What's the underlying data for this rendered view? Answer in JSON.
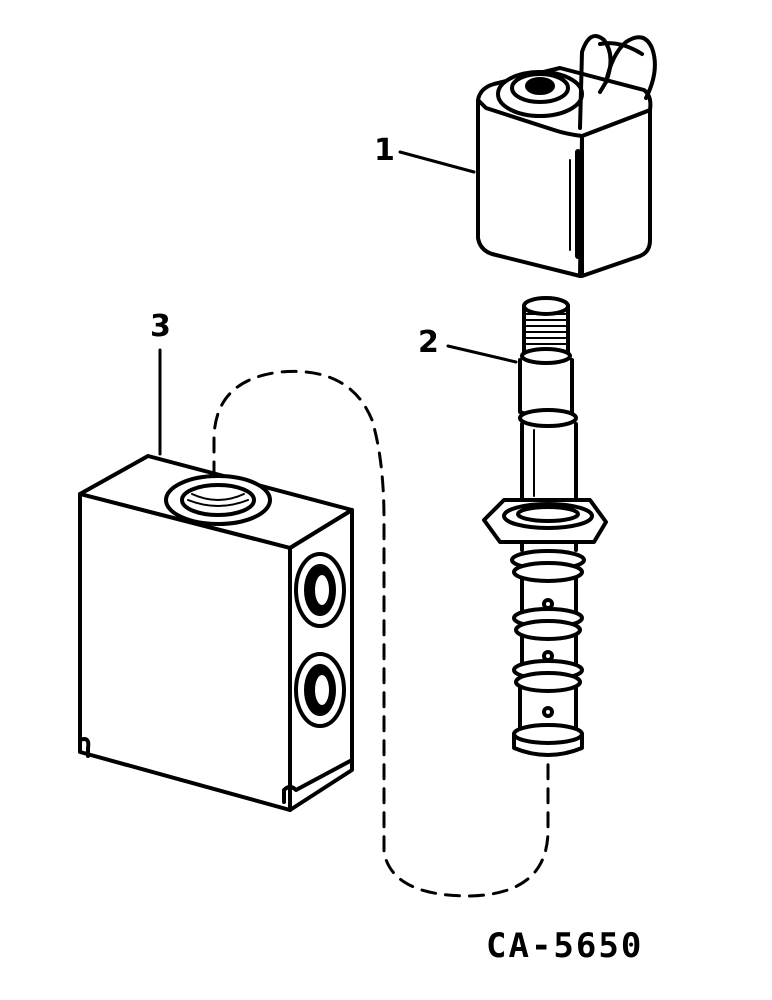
{
  "callouts": [
    {
      "number": "1"
    },
    {
      "number": "2"
    },
    {
      "number": "3"
    }
  ],
  "figure_id": "CA-5650",
  "colors": {
    "ink": "#000000",
    "paper": "#ffffff"
  }
}
